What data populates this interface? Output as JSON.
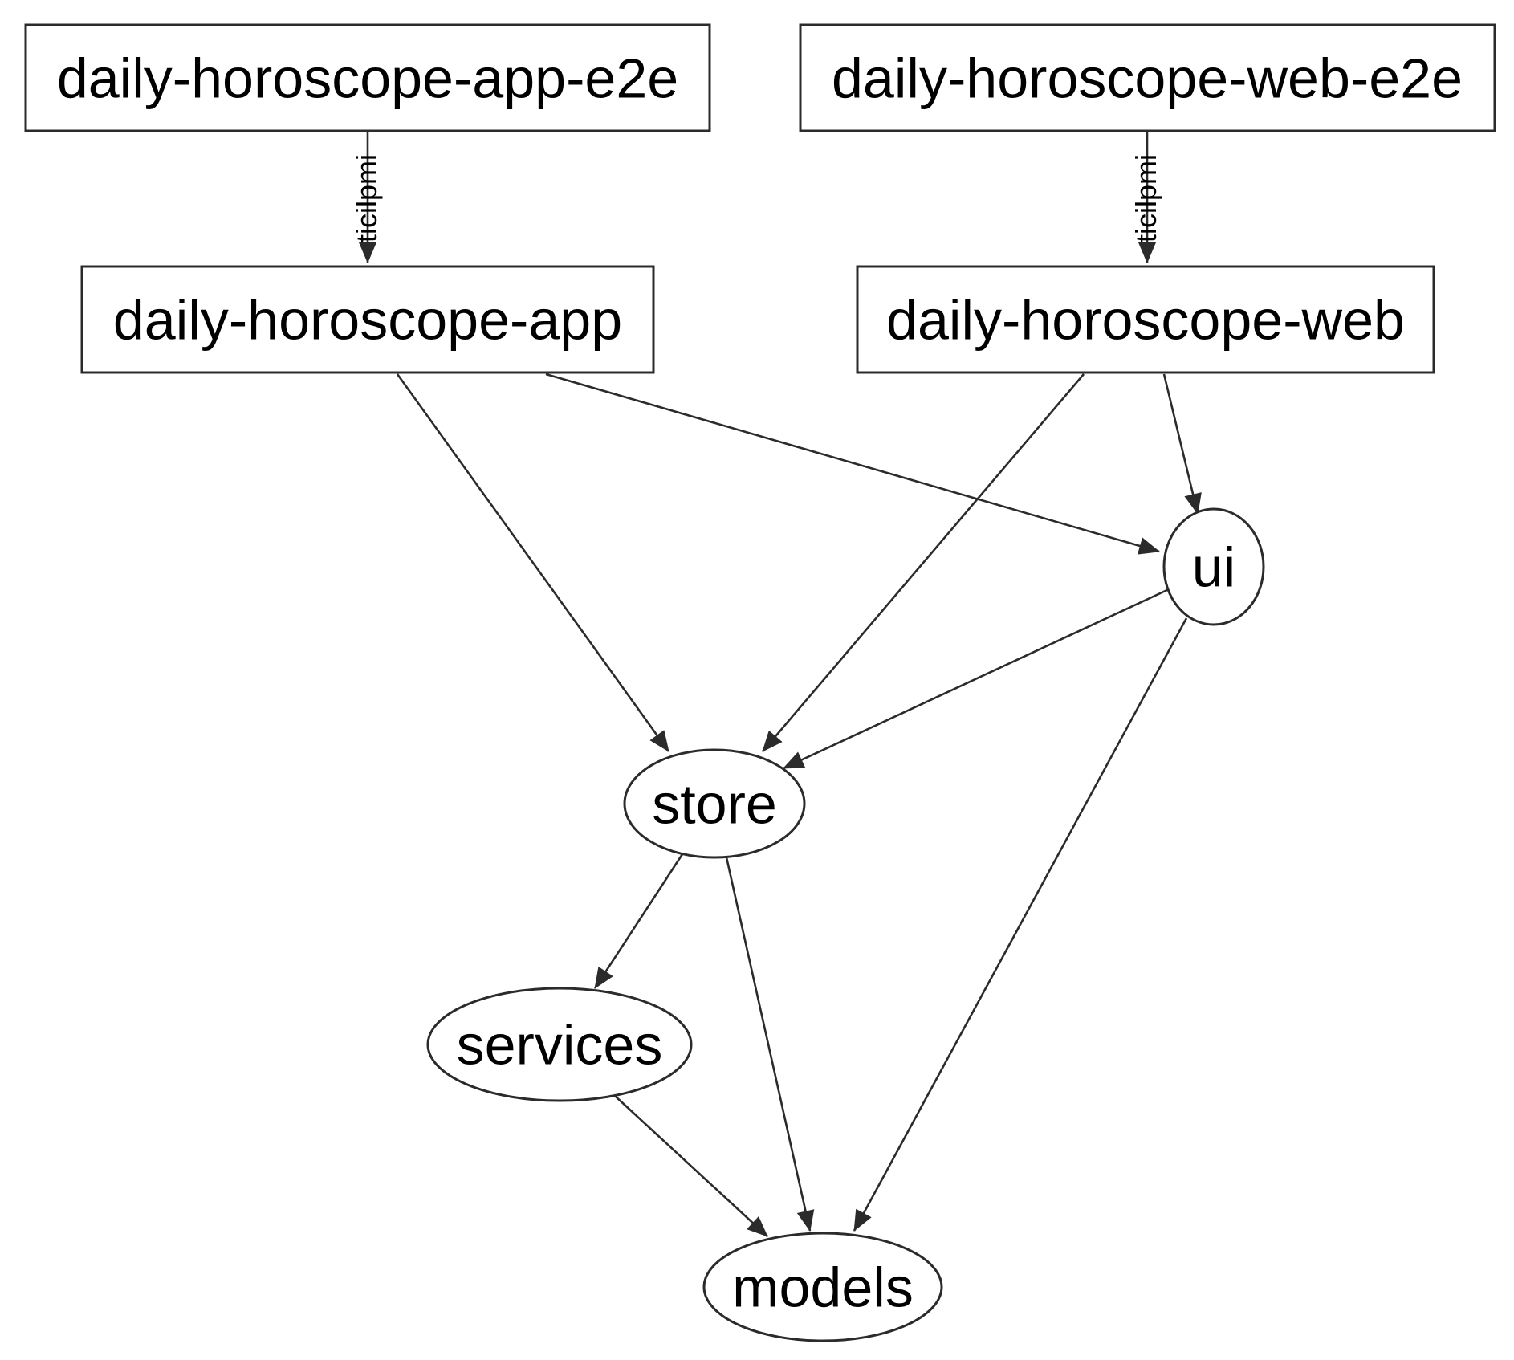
{
  "diagram": {
    "type": "dependency-graph",
    "colors": {
      "stroke": "#2b2b2b",
      "text": "#000000",
      "background": "#ffffff",
      "node_fill": "#ffffff"
    },
    "nodes": {
      "app_e2e": {
        "label": "daily-horoscope-app-e2e",
        "shape": "rect"
      },
      "web_e2e": {
        "label": "daily-horoscope-web-e2e",
        "shape": "rect"
      },
      "app": {
        "label": "daily-horoscope-app",
        "shape": "rect"
      },
      "web": {
        "label": "daily-horoscope-web",
        "shape": "rect"
      },
      "ui": {
        "label": "ui",
        "shape": "ellipse"
      },
      "store": {
        "label": "store",
        "shape": "ellipse"
      },
      "services": {
        "label": "services",
        "shape": "ellipse"
      },
      "models": {
        "label": "models",
        "shape": "ellipse"
      }
    },
    "edges": [
      {
        "from": "daily-horoscope-app-e2e",
        "to": "daily-horoscope-app",
        "label": "implicit"
      },
      {
        "from": "daily-horoscope-web-e2e",
        "to": "daily-horoscope-web",
        "label": "implicit"
      },
      {
        "from": "daily-horoscope-app",
        "to": "store",
        "label": ""
      },
      {
        "from": "daily-horoscope-app",
        "to": "ui",
        "label": ""
      },
      {
        "from": "daily-horoscope-web",
        "to": "store",
        "label": ""
      },
      {
        "from": "daily-horoscope-web",
        "to": "ui",
        "label": ""
      },
      {
        "from": "ui",
        "to": "store",
        "label": ""
      },
      {
        "from": "ui",
        "to": "models",
        "label": ""
      },
      {
        "from": "store",
        "to": "services",
        "label": ""
      },
      {
        "from": "store",
        "to": "models",
        "label": ""
      },
      {
        "from": "services",
        "to": "models",
        "label": ""
      }
    ]
  }
}
